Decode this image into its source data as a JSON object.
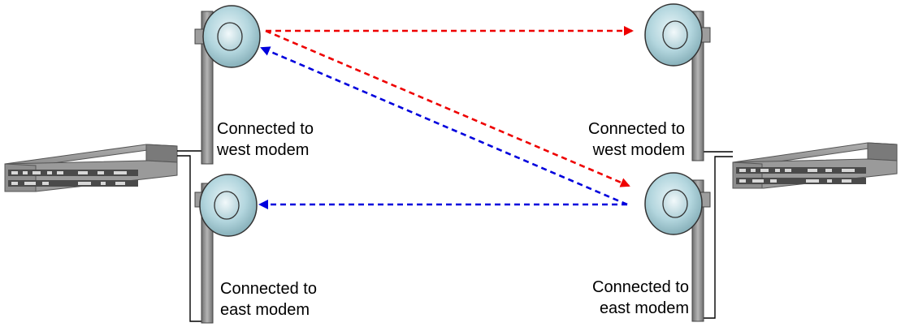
{
  "labels": {
    "left_top": {
      "line1": "Connected to",
      "line2": "west modem"
    },
    "left_bottom": {
      "line1": "Connected to",
      "line2": "east modem"
    },
    "right_top": {
      "line1": "Connected to",
      "line2": "west modem"
    },
    "right_bottom": {
      "line1": "Connected to",
      "line2": "east modem"
    }
  },
  "colors": {
    "link_west_to_east": "#ee0000",
    "link_east_to_west": "#0000dd",
    "pole": "#8a8a8a",
    "dish": "#b3d6de",
    "cable": "#000000"
  },
  "links": [
    {
      "from": "left-top-antenna",
      "to": "right-top-antenna",
      "color": "red"
    },
    {
      "from": "left-top-antenna",
      "to": "right-bottom-antenna",
      "color": "red"
    },
    {
      "from": "right-bottom-antenna",
      "to": "left-top-antenna",
      "color": "blue"
    },
    {
      "from": "right-bottom-antenna",
      "to": "left-bottom-antenna",
      "color": "blue"
    }
  ]
}
